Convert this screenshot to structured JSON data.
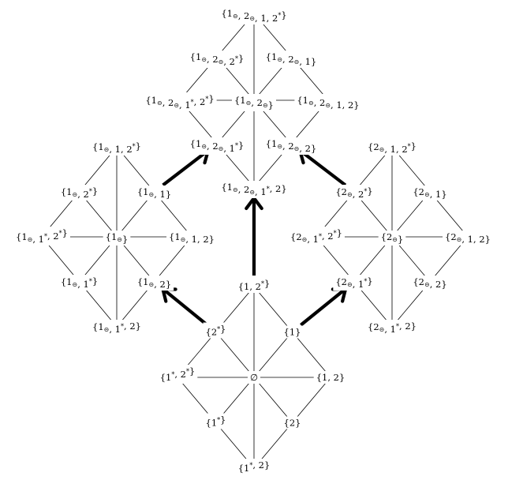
{
  "nodes": [
    {
      "id": "t1",
      "label": "{1⊝, 2⊝, 1, 2*}"
    },
    {
      "id": "t2a",
      "label": "{1⊝, 2⊝, 2*}"
    },
    {
      "id": "t2b",
      "label": "{1⊝, 2⊝, 1}"
    },
    {
      "id": "t3a",
      "label": "{1⊝, 2⊝, 1*, 2*}"
    },
    {
      "id": "t3c",
      "label": "{1⊝, 2⊝}"
    },
    {
      "id": "t3b",
      "label": "{1⊝, 2⊝, 1, 2}"
    },
    {
      "id": "t4a",
      "label": "{1⊝, 2⊝, 1*}"
    },
    {
      "id": "t4b",
      "label": "{1⊝, 2⊝, 2}"
    },
    {
      "id": "t5",
      "label": "{1⊝, 2⊝, 1*, 2}"
    },
    {
      "id": "l1",
      "label": "{1⊝, 1, 2*}"
    },
    {
      "id": "l2a",
      "label": "{1⊝, 2*}"
    },
    {
      "id": "l2b",
      "label": "{1⊝, 1}"
    },
    {
      "id": "l3a",
      "label": "{1⊝, 1*, 2*}"
    },
    {
      "id": "l3c",
      "label": "{1⊝}"
    },
    {
      "id": "l3b",
      "label": "{1⊝, 1, 2}"
    },
    {
      "id": "l4a",
      "label": "{1⊝, 1*}"
    },
    {
      "id": "l4b",
      "label": "{1⊝, 2}"
    },
    {
      "id": "l5",
      "label": "{1⊝, 1*, 2}"
    },
    {
      "id": "r1",
      "label": "{2⊝, 1, 2*}"
    },
    {
      "id": "r2a",
      "label": "{2⊝, 2*}"
    },
    {
      "id": "r2b",
      "label": "{2⊝, 1}"
    },
    {
      "id": "r3a",
      "label": "{2⊝, 1*, 2*}"
    },
    {
      "id": "r3c",
      "label": "{2⊝}"
    },
    {
      "id": "r3b",
      "label": "{2⊝, 1, 2}"
    },
    {
      "id": "r4a",
      "label": "{2⊝, 1*}"
    },
    {
      "id": "r4b",
      "label": "{2⊝, 2}"
    },
    {
      "id": "r5",
      "label": "{2⊝, 1*, 2}"
    },
    {
      "id": "b1",
      "label": "{1, 2*}"
    },
    {
      "id": "b2a",
      "label": "{2*}"
    },
    {
      "id": "b2b",
      "label": "{1}"
    },
    {
      "id": "b3a",
      "label": "{1*, 2*}"
    },
    {
      "id": "b3c",
      "label": "∅"
    },
    {
      "id": "b3b",
      "label": "{1, 2}"
    },
    {
      "id": "b4a",
      "label": "{1*}"
    },
    {
      "id": "b4b",
      "label": "{2}"
    },
    {
      "id": "b5",
      "label": "{1*, 2}"
    }
  ],
  "arrows": [
    {
      "from": "b2a",
      "to": "l4b"
    },
    {
      "from": "b2b",
      "to": "r4a"
    },
    {
      "from": "b1",
      "to": "t5"
    },
    {
      "from": "l2b",
      "to": "t4a"
    },
    {
      "from": "r2a",
      "to": "t4b"
    }
  ]
}
